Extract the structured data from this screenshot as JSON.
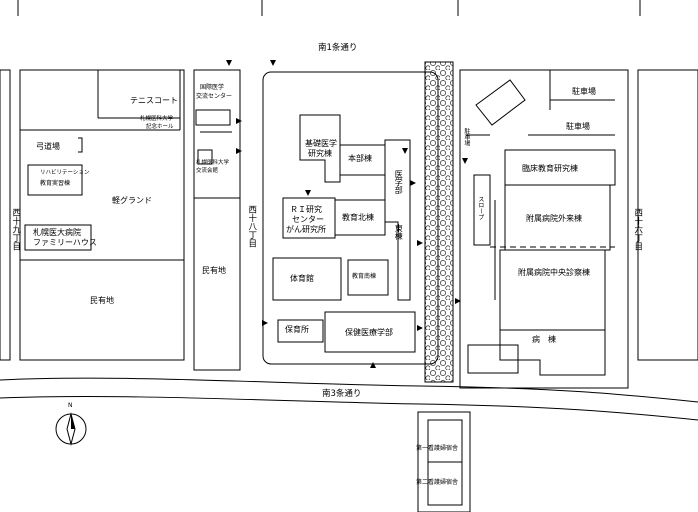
{
  "roads": {
    "south1": "南1条通り",
    "south3": "南3条通り",
    "west19": "西十九丁目",
    "west18": "西十八丁目",
    "west16": "西十六丁目"
  },
  "west_block": {
    "tennis": "テニスコート",
    "kyudo": "弓道場",
    "rehab_line1": "リハビリテーション",
    "rehab_line2": "教育実習棟",
    "ground": "軽グランド",
    "family_line1": "札幌医大病院",
    "family_line2": "ファミリーハウス",
    "private_land": "民有地"
  },
  "middle_block": {
    "intl_line1": "国際医学",
    "intl_line2": "交流センター",
    "hall_line1": "札幌医科大学",
    "hall_line2": "記念ホール",
    "club_line1": "札幌医科大学",
    "club_line2": "交流会館",
    "private_land": "民有地"
  },
  "main_campus": {
    "basic_line1": "基礎医学",
    "basic_line2": "研究棟",
    "honbu": "本部棟",
    "med_dept": "医学部",
    "east_wing": "東棟",
    "ri_line1": "ＲＩ研究",
    "ri_line2": "センター",
    "ri_line3": "がん研究所",
    "edu_north": "教育北棟",
    "gym": "体育館",
    "edu_south": "教育南棟",
    "nursery": "保育所",
    "health_sci": "保健医療学部"
  },
  "hospital": {
    "parking1": "駐車場",
    "parking2": "駐車場",
    "parking3": "駐車場",
    "clinical": "臨床教育研究棟",
    "outpatient": "附属病院外来棟",
    "central": "附属病院中央診察棟",
    "ward": "病　棟",
    "slope": "スロープ"
  },
  "dorms": {
    "dorm1": "第一看護婦宿舎",
    "dorm2": "第二看護婦宿舎"
  },
  "compass": {
    "north": "N"
  },
  "colors": {
    "line": "#000000",
    "background": "#ffffff"
  }
}
